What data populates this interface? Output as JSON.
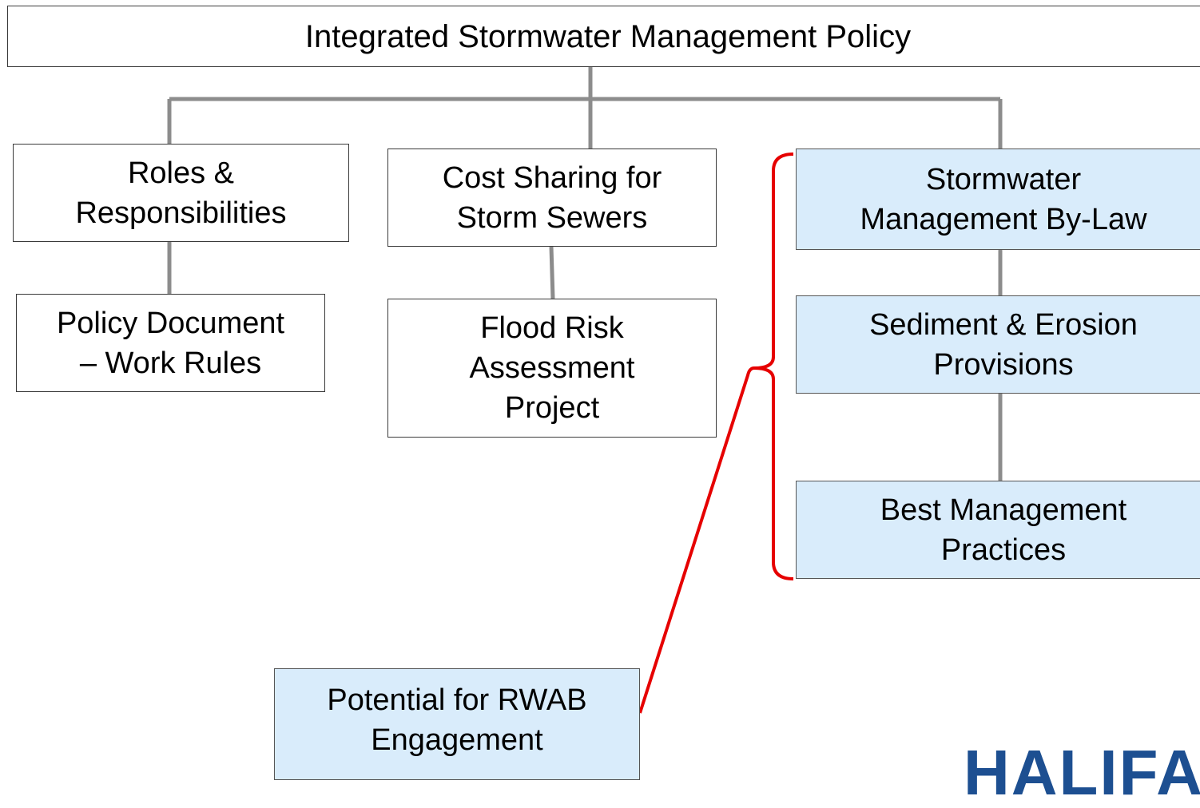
{
  "diagram": {
    "title": "Integrated Stormwater Management Policy",
    "branches": {
      "roles": "Roles &\nResponsibilities",
      "policy_document": "Policy Document\n– Work Rules",
      "cost_sharing": "Cost Sharing for\nStorm Sewers",
      "flood_risk": "Flood Risk\nAssessment\nProject",
      "bylaw": "Stormwater\nManagement By-Law",
      "sediment": "Sediment & Erosion\nProvisions",
      "bmp": "Best Management\nPractices"
    },
    "callout": "Potential for RWAB\nEngagement"
  },
  "colors": {
    "connector": "#8c8c8c",
    "highlight_bracket": "#e60000",
    "box_fill": "#ffffff",
    "highlight_fill": "#d9ecfb",
    "logo": "#1d4f91"
  },
  "logo": {
    "text": "HALIFAX"
  }
}
